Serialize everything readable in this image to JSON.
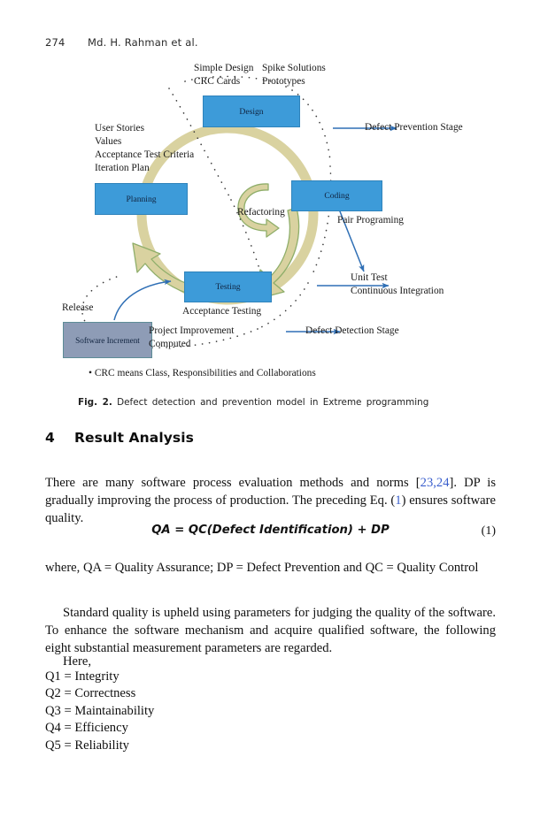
{
  "running_head": {
    "page_number": "274",
    "authors": "Md. H. Rahman et al."
  },
  "figure": {
    "caption_prefix": "Fig. 2.",
    "caption_text": "Defect detection and prevention model in Extreme programming",
    "nodes": [
      {
        "id": "design",
        "label": "Design"
      },
      {
        "id": "coding",
        "label": "Coding"
      },
      {
        "id": "planning",
        "label": "Planning"
      },
      {
        "id": "testing",
        "label": "Testing"
      },
      {
        "id": "software-increment",
        "label": "Software Increment"
      }
    ],
    "labels": {
      "simple_design": "Simple Design",
      "crc_cards": "CRC Cards",
      "spike_solutions": "Spike Solutions",
      "prototypes": "Prototypes",
      "user_stories": "User Stories",
      "values": "Values",
      "acceptance_test_criteria": "Acceptance Test Criteria",
      "iteration_plan": "Iteration Plan",
      "refactoring": "Refactoring",
      "pair_programing": "Pair Programing",
      "defect_prevention_stage": "Defect Prevention Stage",
      "unit_test": "Unit Test",
      "continuous_integration": "Continuous Integration",
      "acceptance_testing": "Acceptance Testing",
      "release": "Release",
      "project_improvement": "Project Improvement",
      "computed": "Computed",
      "defect_detection_stage": "Defect Detection Stage",
      "crc_note": "• CRC means Class, Responsibilities and Collaborations"
    },
    "colors": {
      "node_blue": "#3d9bd9",
      "node_gray": "#8e9cb6",
      "ring": "#d9d2a0",
      "arrow_blue": "#2f6fb5",
      "arrow_green_edge": "#8fae6a"
    }
  },
  "section": {
    "number": "4",
    "title": "Result Analysis"
  },
  "body": {
    "para1_a": "There are many software process evaluation methods and norms [",
    "cite_23": "23",
    "cite_comma": ",",
    "cite_24": "24",
    "para1_b": "]. DP is gradually improving the process of production. The preceding Eq. (",
    "cite_eq1": "1",
    "para1_c": ") ensures software quality.",
    "equation": "QA = QC(Defect   Identification) + DP",
    "equation_number": "(1)",
    "where_line": "where, QA = Quality Assurance; DP = Defect Prevention and QC = Quality Control",
    "para2": "Standard quality is upheld using parameters for judging the quality of the software. To enhance the software mechanism and acquire qualified software, the following eight substantial measurement parameters are regarded.",
    "here_label": "Here,",
    "parameters": [
      "Q1 = Integrity",
      "Q2 = Correctness",
      "Q3 = Maintainability",
      "Q4 = Efficiency",
      "Q5 = Reliability"
    ]
  }
}
